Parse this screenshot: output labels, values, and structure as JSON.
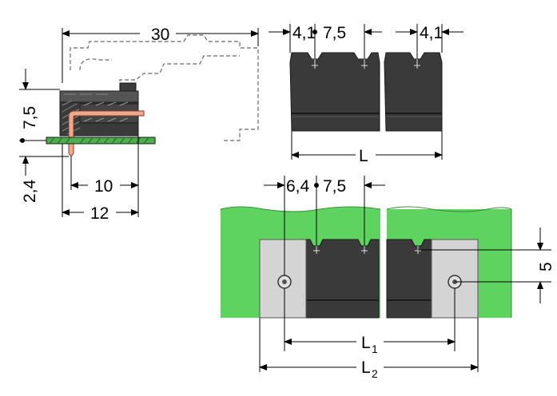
{
  "title": "Pin header technical drawing",
  "colors": {
    "housing": "#3a3a3a",
    "housing_dark": "#262626",
    "housing_line": "#1a1a1a",
    "pcb_green": "#5fd35f",
    "flange_gray": "#d4d4d4",
    "pin_copper": "#f0a888",
    "pcb_side_green": "#4cae4c"
  },
  "side_view": {
    "overall_length": "30",
    "height": "7,5",
    "pin_below_pcb": "2,4",
    "pin_offset": "10",
    "base_depth": "12"
  },
  "top_view": {
    "edge_left": "4,1",
    "pitch": "7,5",
    "edge_right": "4,1",
    "length": "L"
  },
  "flange_view": {
    "edge_left": "6,4",
    "pitch": "7,5",
    "flange_height": "5",
    "length_1": "L",
    "length_1_sub": "1",
    "length_2": "L",
    "length_2_sub": "2"
  }
}
